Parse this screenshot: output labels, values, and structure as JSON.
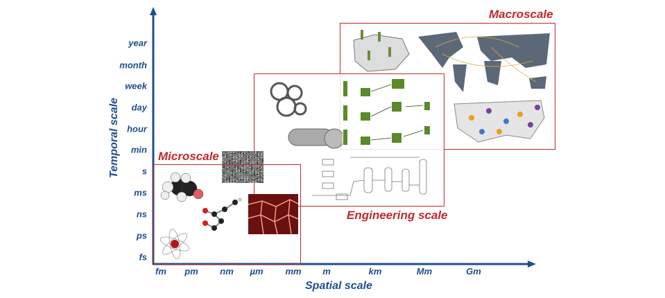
{
  "axes": {
    "y_title": "Temporal scale",
    "x_title": "Spatial scale",
    "y_ticks": [
      "year",
      "month",
      "week",
      "day",
      "hour",
      "min",
      "s",
      "ms",
      "ns",
      "ps",
      "fs"
    ],
    "x_ticks": [
      "fm",
      "pm",
      "nm",
      "µm",
      "mm",
      "m",
      "km",
      "Mm",
      "Gm"
    ]
  },
  "scales": {
    "micro": "Microscale",
    "engineering": "Engineering scale",
    "macro": "Macroscale"
  },
  "colors": {
    "axis": "#1f4e8c",
    "box": "#c0282d",
    "green": "#5a8a2a"
  }
}
